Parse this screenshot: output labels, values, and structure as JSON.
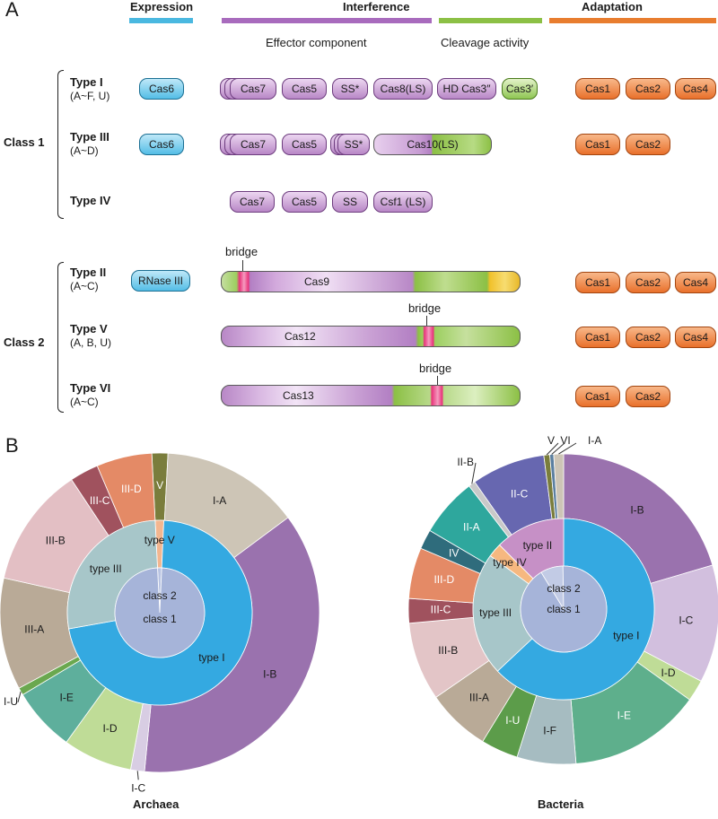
{
  "panel_a": {
    "letter": "A",
    "headers": {
      "expression": "Expression",
      "interference": "Interference",
      "adaptation": "Adaptation"
    },
    "subheaders": {
      "effector": "Effector component",
      "cleavage": "Cleavage activity"
    },
    "colors": {
      "expression": "#4ab8e0",
      "interference": "#a86bbd",
      "cleavage": "#8cc045",
      "adaptation": "#e87d2f",
      "bridge": "#e8337a",
      "hnh_yellow": "#f1c12a"
    },
    "class1": {
      "label": "Class 1",
      "type1": {
        "name": "Type I",
        "sub": "(A~F, U)",
        "expression": "Cas6",
        "interference": [
          "Cas7",
          "Cas5",
          "SS*",
          "Cas8(LS)",
          "HD Cas3″",
          "Cas3′"
        ],
        "adaptation": [
          "Cas1",
          "Cas2",
          "Cas4"
        ]
      },
      "type3": {
        "name": "Type III",
        "sub": "(A~D)",
        "expression": "Cas6",
        "interference": [
          "Cas7",
          "Cas5",
          "SS*",
          "Cas10(LS)"
        ],
        "adaptation": [
          "Cas1",
          "Cas2"
        ]
      },
      "type4": {
        "name": "Type IV",
        "interference": [
          "Cas7",
          "Cas5",
          "SS",
          "Csf1 (LS)"
        ]
      }
    },
    "class2": {
      "label": "Class 2",
      "type2": {
        "name": "Type II",
        "sub": "(A~C)",
        "expression": "RNase III",
        "effector": "Cas9",
        "bridge": "bridge",
        "adaptation": [
          "Cas1",
          "Cas2",
          "Cas4"
        ]
      },
      "type5": {
        "name": "Type V",
        "sub": "(A, B, U)",
        "effector": "Cas12",
        "bridge": "bridge",
        "adaptation": [
          "Cas1",
          "Cas2",
          "Cas4"
        ]
      },
      "type6": {
        "name": "Type VI",
        "sub": "(A~C)",
        "effector": "Cas13",
        "bridge": "bridge",
        "adaptation": [
          "Cas1",
          "Cas2"
        ]
      }
    }
  },
  "panel_b": {
    "letter": "B",
    "archaea": {
      "title": "Archaea",
      "inner": [
        {
          "label": "class 2",
          "value": 1.5,
          "color": "#b9c4e2"
        },
        {
          "label": "class 1",
          "value": 98.5,
          "color": "#a6b4d9"
        }
      ],
      "middle": [
        {
          "label": "type V",
          "value": 1.5,
          "color": "#f3b68f"
        },
        {
          "label": "type I",
          "value": 71.5,
          "color": "#34a9e1"
        },
        {
          "label": "type III",
          "value": 27.0,
          "color": "#a7c6c9"
        }
      ],
      "outer": [
        {
          "label": "V",
          "value": 1.5,
          "color": "#7a7d3c"
        },
        {
          "label": "I-A",
          "value": 13.0,
          "color": "#cdc5b6"
        },
        {
          "label": "I-B",
          "value": 34.0,
          "color": "#9a72ae"
        },
        {
          "label": "I-C",
          "value": 1.3,
          "color": "#d8cde3"
        },
        {
          "label": "I-D",
          "value": 6.5,
          "color": "#bfdc97"
        },
        {
          "label": "I-E",
          "value": 6.0,
          "color": "#5eaf9c"
        },
        {
          "label": "I-U",
          "value": 0.7,
          "color": "#6aa84f"
        },
        {
          "label": "III-A",
          "value": 10.5,
          "color": "#b9aa97"
        },
        {
          "label": "III-B",
          "value": 11.3,
          "color": "#e3bfc4"
        },
        {
          "label": "III-C",
          "value": 2.7,
          "color": "#a0525e"
        },
        {
          "label": "III-D",
          "value": 5.2,
          "color": "#e48a66"
        }
      ]
    },
    "bacteria": {
      "title": "Bacteria",
      "inner": [
        {
          "label": "class 2",
          "value": 8.5,
          "color": "#c2cbe5"
        },
        {
          "label": "class 1",
          "value": 91.5,
          "color": "#a6b4d9"
        }
      ],
      "middle": [
        {
          "label": "type I",
          "value": 63.0,
          "color": "#34a9e1"
        },
        {
          "label": "type III",
          "value": 22.0,
          "color": "#a7c6c9"
        },
        {
          "label": "type IV",
          "value": 2.5,
          "color": "#f6b880"
        },
        {
          "label": "type II",
          "value": 12.5,
          "color": "#c690c6"
        }
      ],
      "outer": [
        {
          "label": "I-B",
          "value": 20.0,
          "color": "#9a72ae"
        },
        {
          "label": "I-C",
          "value": 12.0,
          "color": "#d2bfde"
        },
        {
          "label": "I-D",
          "value": 2.2,
          "color": "#bfdc97"
        },
        {
          "label": "I-E",
          "value": 13.5,
          "color": "#5eaf8c"
        },
        {
          "label": "I-F",
          "value": 6.0,
          "color": "#a6bcc1"
        },
        {
          "label": "I-U",
          "value": 3.8,
          "color": "#5c9c4a"
        },
        {
          "label": "III-A",
          "value": 6.5,
          "color": "#b9aa97"
        },
        {
          "label": "III-B",
          "value": 8.0,
          "color": "#e3c5c7"
        },
        {
          "label": "III-C",
          "value": 2.5,
          "color": "#a0525e"
        },
        {
          "label": "III-D",
          "value": 5.2,
          "color": "#e48a66"
        },
        {
          "label": "IV",
          "value": 2.0,
          "color": "#2f6c7c"
        },
        {
          "label": "II-A",
          "value": 6.0,
          "color": "#2ea79d"
        },
        {
          "label": "II-B",
          "value": 0.7,
          "color": "#c9c9c9"
        },
        {
          "label": "II-C",
          "value": 7.5,
          "color": "#6767b0"
        },
        {
          "label": "V",
          "value": 0.6,
          "color": "#7a7d3c"
        },
        {
          "label": "VI",
          "value": 0.4,
          "color": "#5b7fa0"
        },
        {
          "label": "I-A",
          "value": 1.0,
          "color": "#cdc5b6"
        }
      ]
    }
  }
}
